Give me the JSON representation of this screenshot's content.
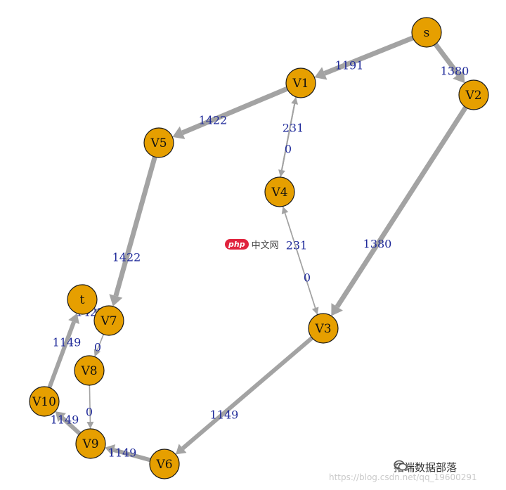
{
  "graph": {
    "nodes": [
      {
        "id": "s",
        "label": "s"
      },
      {
        "id": "V1",
        "label": "V1"
      },
      {
        "id": "V2",
        "label": "V2"
      },
      {
        "id": "V3",
        "label": "V3"
      },
      {
        "id": "V4",
        "label": "V4"
      },
      {
        "id": "V5",
        "label": "V5"
      },
      {
        "id": "V6",
        "label": "V6"
      },
      {
        "id": "V7",
        "label": "V7"
      },
      {
        "id": "V8",
        "label": "V8"
      },
      {
        "id": "V9",
        "label": "V9"
      },
      {
        "id": "V10",
        "label": "V10"
      },
      {
        "id": "t",
        "label": "t"
      }
    ],
    "edges": [
      {
        "from": "s",
        "to": "V1",
        "label": "1191"
      },
      {
        "from": "s",
        "to": "V2",
        "label": "1380"
      },
      {
        "from": "V1",
        "to": "V5",
        "label": "1422"
      },
      {
        "from": "V2",
        "to": "V3",
        "label": "1380"
      },
      {
        "from": "V4",
        "to": "V1",
        "label": "231"
      },
      {
        "from": "V1",
        "to": "V4",
        "label": "0"
      },
      {
        "from": "V3",
        "to": "V4",
        "label": "231"
      },
      {
        "from": "V4",
        "to": "V3",
        "label": "0"
      },
      {
        "from": "V5",
        "to": "V7",
        "label": "1422"
      },
      {
        "from": "V7",
        "to": "t",
        "label": "1422"
      },
      {
        "from": "V7",
        "to": "V8",
        "label": "0"
      },
      {
        "from": "V3",
        "to": "V6",
        "label": "1149"
      },
      {
        "from": "V8",
        "to": "V9",
        "label": "0"
      },
      {
        "from": "V6",
        "to": "V9",
        "label": "1149"
      },
      {
        "from": "V9",
        "to": "V10",
        "label": "1149"
      },
      {
        "from": "V10",
        "to": "t",
        "label": "1149"
      }
    ]
  },
  "watermark": {
    "logo": "php",
    "text": "中文网"
  },
  "brand": {
    "icon": "wechat-icon",
    "text": "拓端数据部落"
  },
  "url_text": "https://blog.csdn.net/qq_19600291"
}
